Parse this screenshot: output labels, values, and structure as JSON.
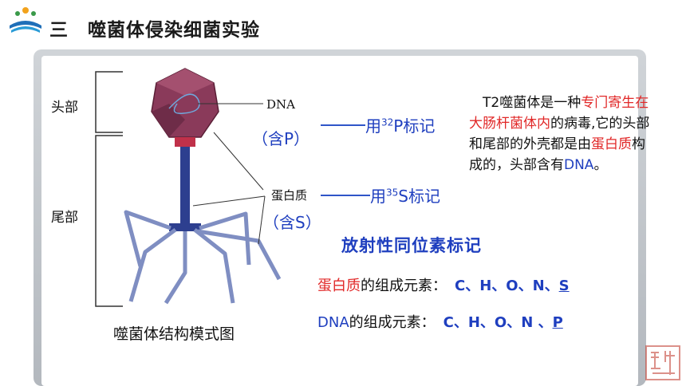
{
  "header": {
    "section_number": "三",
    "title": "噬菌体侵染细菌实验"
  },
  "diagram": {
    "head_label": "头部",
    "tail_label": "尾部",
    "dna_label": "DNA",
    "protein_label": "蛋白质",
    "caption": "噬菌体结构模式图"
  },
  "annotations": {
    "p_contains": "（含P）",
    "p_label_pre": "用",
    "p_isotope": "32",
    "p_label_post": "P标记",
    "s_contains": "（含S）",
    "s_label_pre": "用",
    "s_isotope": "35",
    "s_label_post": "S标记"
  },
  "description": {
    "part1": "T2噬菌体是一种",
    "part2_red": "专门寄生在大肠杆菌体内",
    "part3": "的病毒,它的头部和尾部的外壳都是由",
    "part4_red": "蛋白质",
    "part5": "构成的，头部含有",
    "part6_blue": "DNA",
    "part7": "。"
  },
  "radio_title": "放射性同位素标记",
  "protein_row": {
    "label_red": "蛋白质",
    "label_rest": "的组成元素：",
    "elements": "C、H、O、N、",
    "last": "S"
  },
  "dna_row": {
    "label_blue": "DNA",
    "label_rest": "的组成元素：",
    "elements": "C、H、O、N 、",
    "last": "P"
  },
  "colors": {
    "accent_blue": "#1f3fbf",
    "accent_red": "#e12828",
    "capsid": "#8a3a5a"
  },
  "icons": [
    "book-logo-icon",
    "seal-stamp-icon"
  ]
}
